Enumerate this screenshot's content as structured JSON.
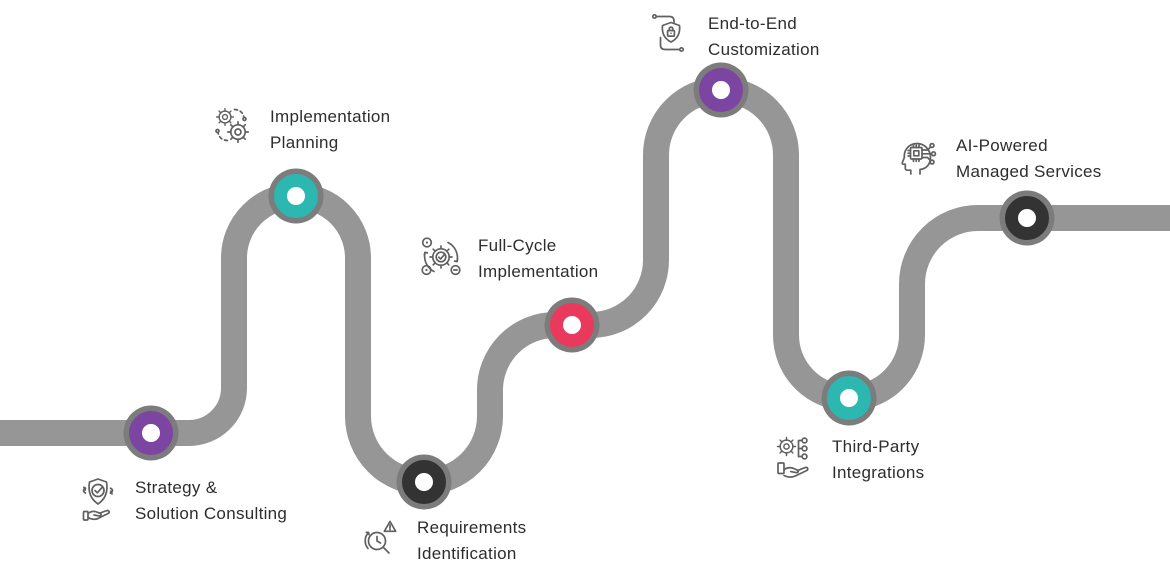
{
  "diagram": {
    "type": "process-roadmap",
    "background": "#ffffff",
    "road_color": "#969696",
    "node_backing_color": "#7c7c7c",
    "node_hole_color": "#ffffff",
    "text_color": "#2d2d2d",
    "icon_stroke_color": "#606060"
  },
  "milestones": [
    {
      "order": 1,
      "line1": "Strategy &",
      "line2": "Solution Consulting",
      "dot_color": "#7B45A1",
      "icon": "consulting-hand-shield-icon"
    },
    {
      "order": 2,
      "line1": "Implementation",
      "line2": "Planning",
      "dot_color": "#2CB7B1",
      "icon": "planning-gears-icon"
    },
    {
      "order": 3,
      "line1": "Requirements",
      "line2": "Identification",
      "dot_color": "#333333",
      "icon": "magnifier-alert-icon"
    },
    {
      "order": 4,
      "line1": "Full-Cycle",
      "line2": "Implementation",
      "dot_color": "#E93A5D",
      "icon": "gear-cycle-check-icon"
    },
    {
      "order": 5,
      "line1": "End-to-End",
      "line2": "Customization",
      "dot_color": "#7B45A1",
      "icon": "shield-lock-circuit-icon"
    },
    {
      "order": 6,
      "line1": "Third-Party",
      "line2": "Integrations",
      "dot_color": "#2CB7B1",
      "icon": "hand-gear-network-icon"
    },
    {
      "order": 7,
      "line1": "AI-Powered",
      "line2": "Managed Services",
      "dot_color": "#333333",
      "icon": "ai-head-chip-icon"
    }
  ]
}
